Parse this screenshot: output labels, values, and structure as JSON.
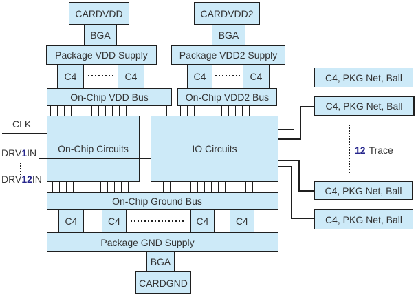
{
  "diagram": {
    "type": "chip-power-delivery-block-diagram",
    "colors": {
      "box_fill": "#cdeaf8",
      "box_border": "#1f1f1f",
      "text": "#333333",
      "digit_accent": "#26268c",
      "background": "#ffffff"
    },
    "vdd_section": {
      "card": "CARDVDD",
      "bga": "BGA",
      "supply": "Package VDD Supply",
      "c4": "C4",
      "bus": "On-Chip VDD Bus"
    },
    "vdd2_section": {
      "card": "CARDVDD2",
      "bga": "BGA",
      "supply": "Package VDD2 Supply",
      "c4": "C4",
      "bus": "On-Chip VDD2 Bus"
    },
    "core": {
      "onchip": "On-Chip Circuits",
      "io": "IO Circuits"
    },
    "inputs": {
      "clk": "CLK",
      "drv_prefix": "DRV",
      "drv_first_num": "1",
      "drv_last_num": "12",
      "drv_suffix": "IN"
    },
    "gnd_section": {
      "bus": "On-Chip Ground Bus",
      "c4": "C4",
      "supply": "Package GND Supply",
      "bga": "BGA",
      "card": "CARDGND"
    },
    "right": {
      "ball_label": "C4, PKG Net, Ball",
      "ball_count": 4,
      "trace_count": "12",
      "trace_label": "Trace"
    }
  }
}
